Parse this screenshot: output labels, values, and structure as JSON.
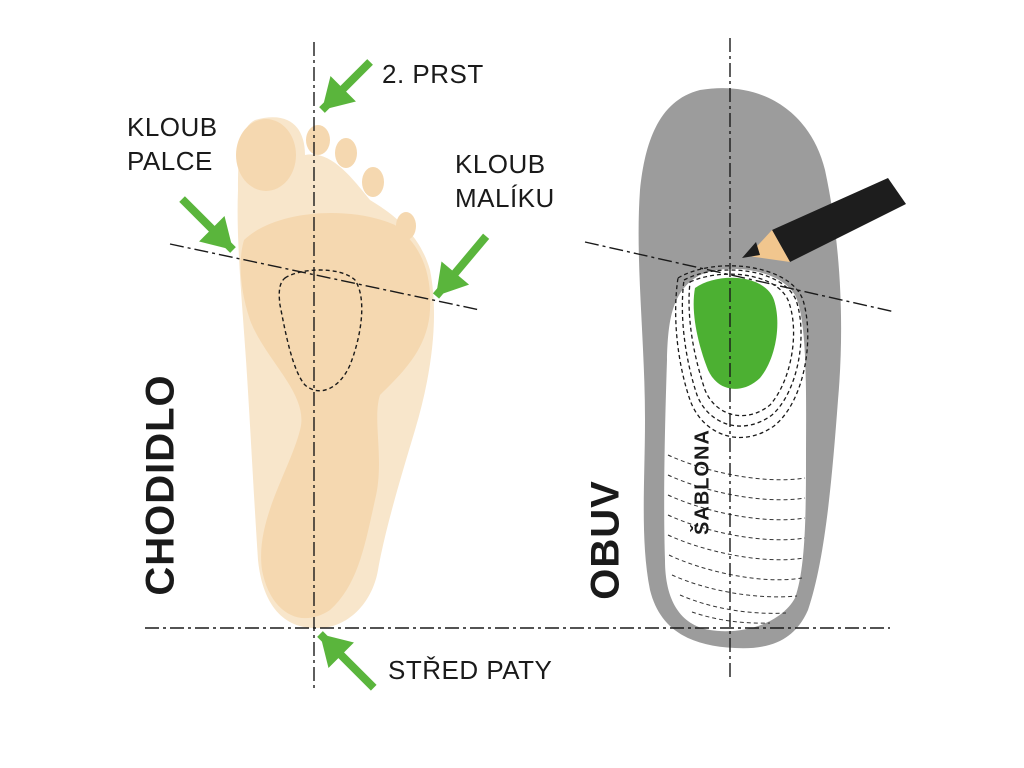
{
  "labels": {
    "second_toe": "2. PRST",
    "big_toe_joint": [
      "KLOUB",
      "PALCE"
    ],
    "little_toe_joint": [
      "KLOUB",
      "MALÍKU"
    ],
    "heel_center": "STŘED PATY",
    "foot": "CHODIDLO",
    "shoe": "OBUV",
    "template": "ŠABLONA"
  },
  "colors": {
    "text": "#1a1a1a",
    "arrow_green": "#5ab53c",
    "insole_green": "#4cb032",
    "foot_light": "#f8e6cb",
    "foot_mid": "#f5d8b0",
    "shoe_gray": "#9c9c9c",
    "shoe_inner": "#ffffff",
    "pencil": "#1d1d1d",
    "pencil_wood": "#f1c68e",
    "guide_line": "#1a1a1a"
  },
  "icons": {
    "arrows": "green-arrow-icon",
    "pencil": "pencil-icon"
  }
}
